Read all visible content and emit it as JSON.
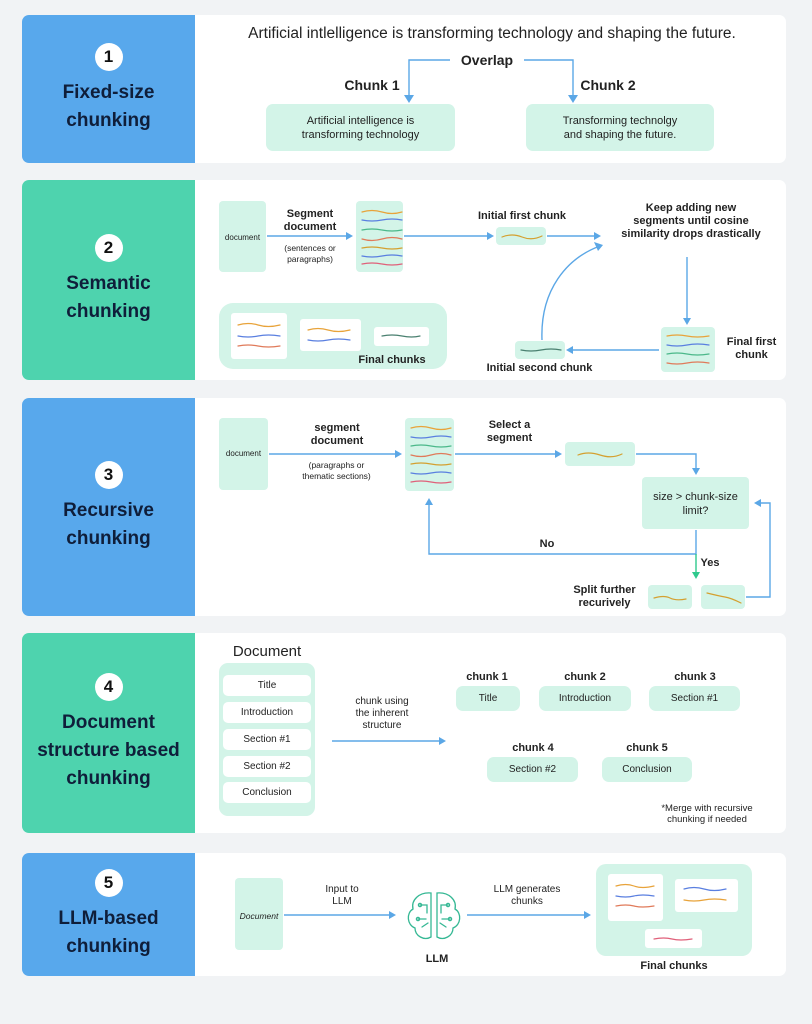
{
  "colors": {
    "blue": "#58a8ec",
    "green": "#4ed3ae",
    "mint": "#d3f4e8",
    "arrow": "#5ba7e6",
    "green_arrow": "#2fc98d"
  },
  "s1": {
    "num": "1",
    "title": "Fixed-size\nchunking",
    "sentence": "Artificial intlelligence is transforming technology and shaping the future.",
    "overlap": "Overlap",
    "chunk1": "Chunk 1",
    "chunk2": "Chunk 2",
    "chunk1_text": "Artificial intelligence is\ntransforming technology",
    "chunk2_text": "Transforming technolgy\nand shaping the future."
  },
  "s2": {
    "num": "2",
    "title": "Semantic\nchunking",
    "doc": "document",
    "segment": "Segment\ndocument",
    "segment_sub": "(sentences or\nparagraphs)",
    "initial_first": "Initial first chunk",
    "keep_adding": "Keep adding new\nsegments until cosine\nsimilarity drops drastically",
    "final_first": "Final first\nchunk",
    "initial_second": "Initial second chunk",
    "final_chunks": "Final chunks"
  },
  "s3": {
    "num": "3",
    "title": "Recursive\nchunking",
    "doc": "document",
    "segment": "segment\ndocument",
    "segment_sub": "(paragraphs or\nthematic sections)",
    "select": "Select a\nsegment",
    "decision": "size > chunk-size\nlimit?",
    "no": "No",
    "yes": "Yes",
    "split": "Split further\nrecurively"
  },
  "s4": {
    "num": "4",
    "title": "Document\nstructure based\nchunking",
    "doc_title": "Document",
    "items": [
      "Title",
      "Introduction",
      "Section #1",
      "Section #2",
      "Conclusion"
    ],
    "using": "chunk using\nthe inherent\nstructure",
    "chunks": [
      {
        "label": "chunk 1",
        "value": "Title"
      },
      {
        "label": "chunk 2",
        "value": "Introduction"
      },
      {
        "label": "chunk 3",
        "value": "Section #1"
      },
      {
        "label": "chunk 4",
        "value": "Section #2"
      },
      {
        "label": "chunk 5",
        "value": "Conclusion"
      }
    ],
    "note": "*Merge with recursive\nchunking if needed"
  },
  "s5": {
    "num": "5",
    "title": "LLM-based\nchunking",
    "doc": "Document",
    "input": "Input to\nLLM",
    "llm_gen": "LLM generates\nchunks",
    "llm": "LLM",
    "final_chunks": "Final chunks"
  }
}
